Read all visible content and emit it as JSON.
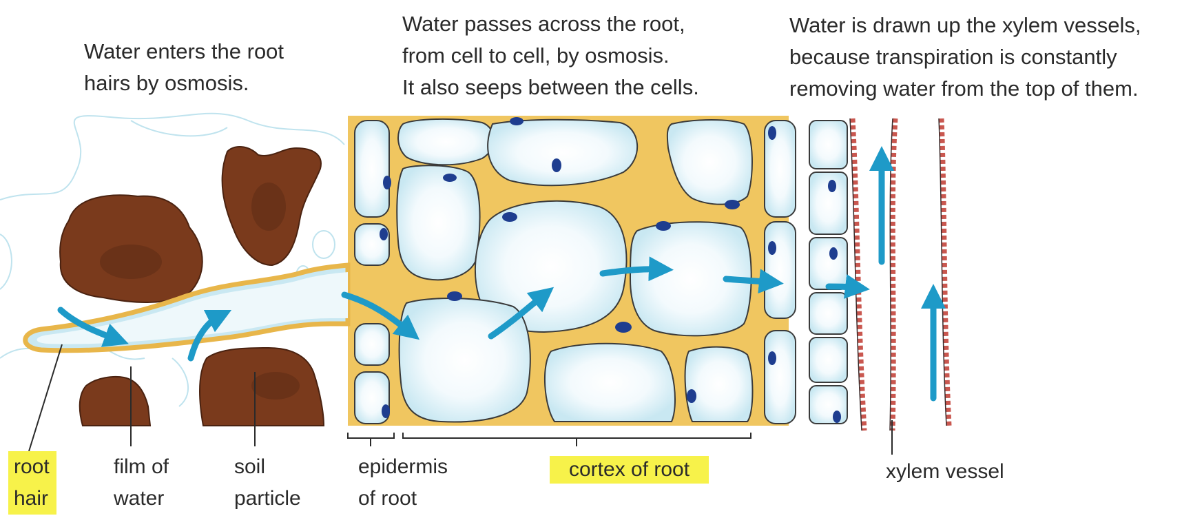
{
  "captions": {
    "root_hairs": "Water enters the root\nhairs by osmosis.",
    "across_root": "Water passes across the root,\nfrom cell to cell, by osmosis.\nIt also seeps between the cells.",
    "xylem_up": "Water is drawn up the xylem vessels,\nbecause transpiration is constantly\nremoving water from the top of them."
  },
  "labels": {
    "root_hair": "root\nhair",
    "film_of_water": "film of\nwater",
    "soil_particle": "soil\nparticle",
    "epidermis": "epidermis\nof root",
    "cortex": "cortex of root",
    "xylem_vessel": "xylem vessel"
  },
  "highlighted": [
    "root_hair",
    "cortex"
  ],
  "colors": {
    "soil": "#7a3a1c",
    "cell_fill": "#c9e8f2",
    "cell_wall": "#e8b64a",
    "nucleus": "#1e3d8f",
    "arrow": "#1e9ac8",
    "xylem_wall": "#c9574f",
    "highlight": "#f7f24a"
  }
}
